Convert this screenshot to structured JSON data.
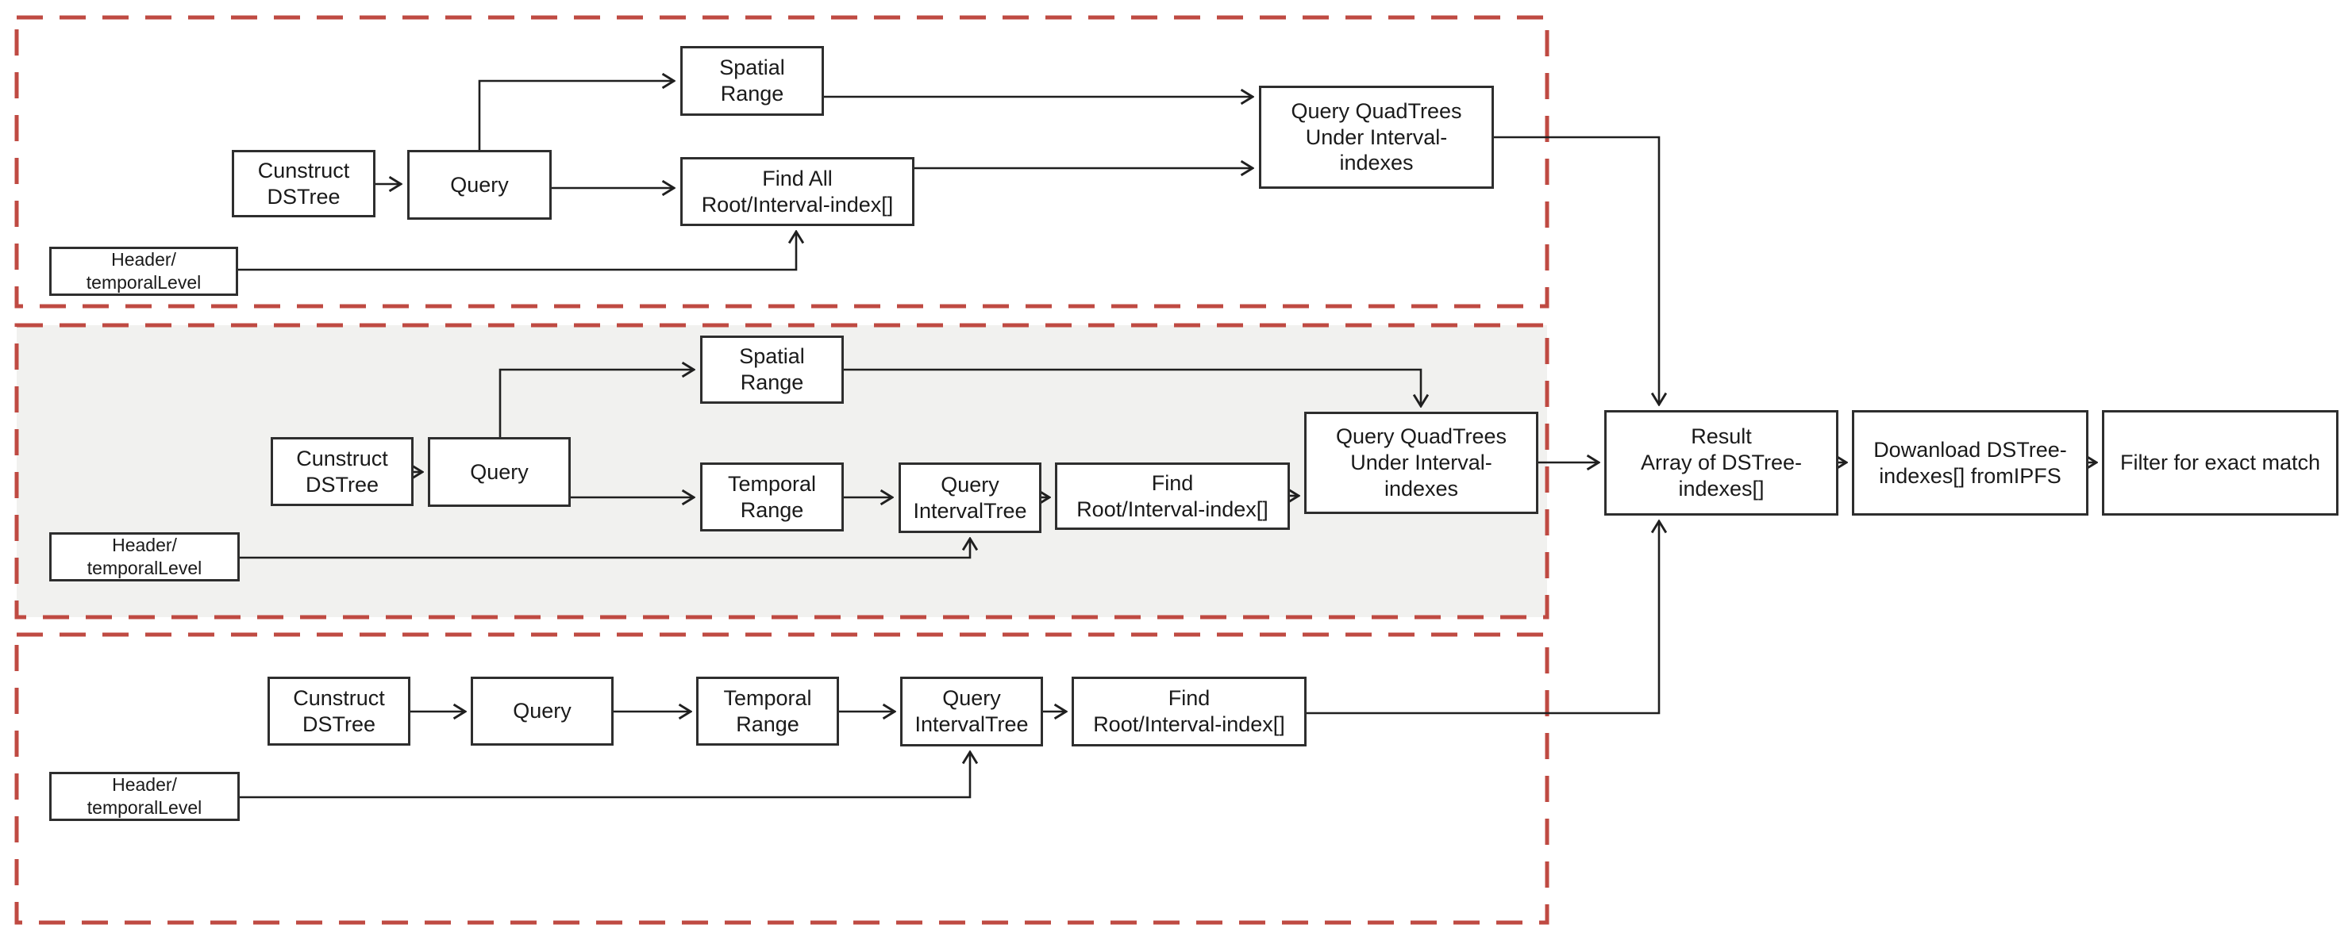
{
  "colors": {
    "section_border": "#bf4a42",
    "middle_section_fill": "#f1f1ef",
    "box_border": "#2e2e2e",
    "connector": "#1f1f1f",
    "text": "#1a1a1a",
    "background": "#ffffff"
  },
  "nodes": {
    "top": {
      "construct": "Cunstruct\nDSTree",
      "query": "Query",
      "spatial_range": "Spatial\nRange",
      "find_all": "Find All\nRoot/Interval-index[]",
      "header": "Header/\ntemporalLevel",
      "query_quadtrees": "Query QuadTrees\nUnder Interval-\nindexes"
    },
    "middle": {
      "construct": "Cunstruct\nDSTree",
      "query": "Query",
      "spatial_range": "Spatial\nRange",
      "temporal_range": "Temporal\nRange",
      "query_intervaltree": "Query\nIntervalTree",
      "find_root": "Find\nRoot/Interval-index[]",
      "query_quadtrees": "Query QuadTrees\nUnder Interval-\nindexes",
      "header": "Header/\ntemporalLevel"
    },
    "bottom": {
      "construct": "Cunstruct\nDSTree",
      "query": "Query",
      "temporal_range": "Temporal\nRange",
      "query_intervaltree": "Query\nIntervalTree",
      "find_root": "Find\nRoot/Interval-index[]",
      "header": "Header/\ntemporalLevel"
    },
    "result": "Result\nArray of DSTree-\nindexes[]",
    "download": "Dowanload DSTree-\nindexes[] fromIPFS",
    "filter": "Filter for exact match"
  },
  "edges": [
    {
      "from": "top.construct",
      "to": "top.query"
    },
    {
      "from": "top.query",
      "to": "top.spatial_range"
    },
    {
      "from": "top.query",
      "to": "top.find_all"
    },
    {
      "from": "top.header",
      "to": "top.find_all"
    },
    {
      "from": "top.spatial_range",
      "to": "top.query_quadtrees"
    },
    {
      "from": "top.find_all",
      "to": "top.query_quadtrees"
    },
    {
      "from": "top.query_quadtrees",
      "to": "result"
    },
    {
      "from": "middle.construct",
      "to": "middle.query"
    },
    {
      "from": "middle.query",
      "to": "middle.spatial_range"
    },
    {
      "from": "middle.query",
      "to": "middle.temporal_range"
    },
    {
      "from": "middle.temporal_range",
      "to": "middle.query_intervaltree"
    },
    {
      "from": "middle.header",
      "to": "middle.query_intervaltree"
    },
    {
      "from": "middle.query_intervaltree",
      "to": "middle.find_root"
    },
    {
      "from": "middle.find_root",
      "to": "middle.query_quadtrees"
    },
    {
      "from": "middle.spatial_range",
      "to": "middle.query_quadtrees"
    },
    {
      "from": "middle.query_quadtrees",
      "to": "result"
    },
    {
      "from": "bottom.construct",
      "to": "bottom.query"
    },
    {
      "from": "bottom.query",
      "to": "bottom.temporal_range"
    },
    {
      "from": "bottom.temporal_range",
      "to": "bottom.query_intervaltree"
    },
    {
      "from": "bottom.header",
      "to": "bottom.query_intervaltree"
    },
    {
      "from": "bottom.query_intervaltree",
      "to": "bottom.find_root"
    },
    {
      "from": "bottom.find_root",
      "to": "result"
    },
    {
      "from": "result",
      "to": "download"
    },
    {
      "from": "download",
      "to": "filter"
    }
  ]
}
